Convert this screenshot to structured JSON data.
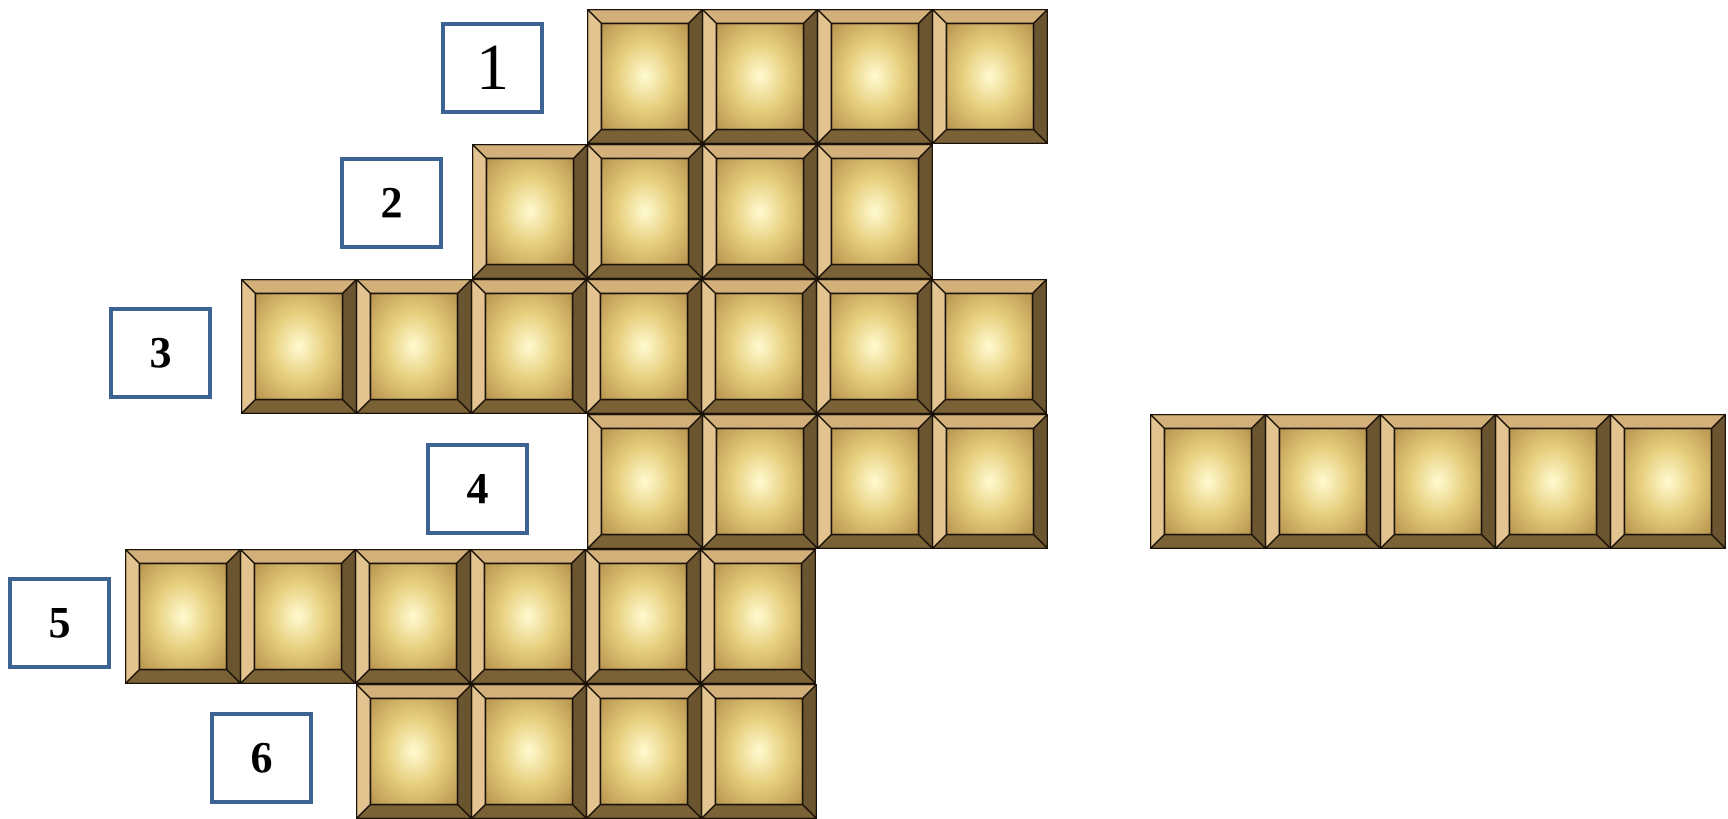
{
  "rows": [
    {
      "label": "1",
      "tiles": 4
    },
    {
      "label": "2",
      "tiles": 4
    },
    {
      "label": "3",
      "tiles": 7
    },
    {
      "label": "4",
      "tiles": 4
    },
    {
      "label": "5",
      "tiles": 6
    },
    {
      "label": "6",
      "tiles": 4
    }
  ],
  "extra_row": {
    "tiles": 5
  },
  "colors": {
    "box_border": "#3d6393",
    "tile_light": "#fffbd0",
    "tile_mid": "#e7cf7e",
    "tile_dark": "#b8944e",
    "bevel_top": "#d3b07a",
    "bevel_left": "#e3c490",
    "bevel_right": "#6b5530",
    "bevel_bottom": "#7a6236",
    "outline": "#1a1208"
  }
}
